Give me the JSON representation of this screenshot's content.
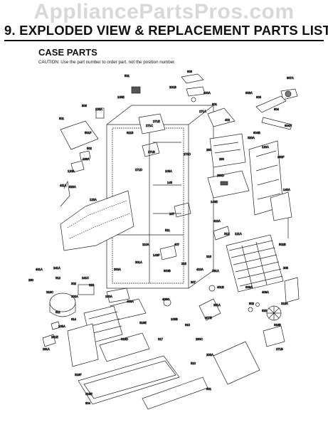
{
  "watermark": "AppliancePartsPros.com",
  "page": {
    "heading": "9. EXPLODED VIEW & REPLACEMENT PARTS LIST",
    "section": "CASE PARTS",
    "caution": "CAUTION: Use the part number to order part, not the position number."
  },
  "callouts": [
    "501",
    "105E",
    "201B",
    "603",
    "400A",
    "607A",
    "503",
    "501",
    "103A",
    "271A",
    "601",
    "402",
    "608A",
    "606",
    "604",
    "604A",
    "501F",
    "502",
    "811B",
    "103A",
    "120A",
    "271C",
    "271D",
    "280",
    "105A",
    "290",
    "271B",
    "271E",
    "604B",
    "120A",
    "140A",
    "143",
    "820A",
    "123A",
    "271D",
    "262F",
    "280D",
    "411A",
    "320A",
    "107",
    "143E",
    "511",
    "410A",
    "312",
    "407",
    "110A",
    "301A",
    "315",
    "318",
    "502B",
    "121A",
    "143F",
    "300A",
    "600B",
    "410A",
    "261A",
    "305",
    "401A",
    "241A",
    "241C",
    "280",
    "312",
    "302",
    "318",
    "307",
    "401B",
    "609A",
    "409A",
    "319A",
    "319B",
    "319C",
    "302A",
    "100A",
    "403A",
    "409C",
    "251A",
    "802",
    "615",
    "611",
    "614",
    "105A",
    "319E",
    "105B",
    "810",
    "261E",
    "261A",
    "319D",
    "317",
    "319F",
    "319E",
    "804",
    "407E",
    "280C",
    "203A",
    "510",
    "271B",
    "801"
  ]
}
